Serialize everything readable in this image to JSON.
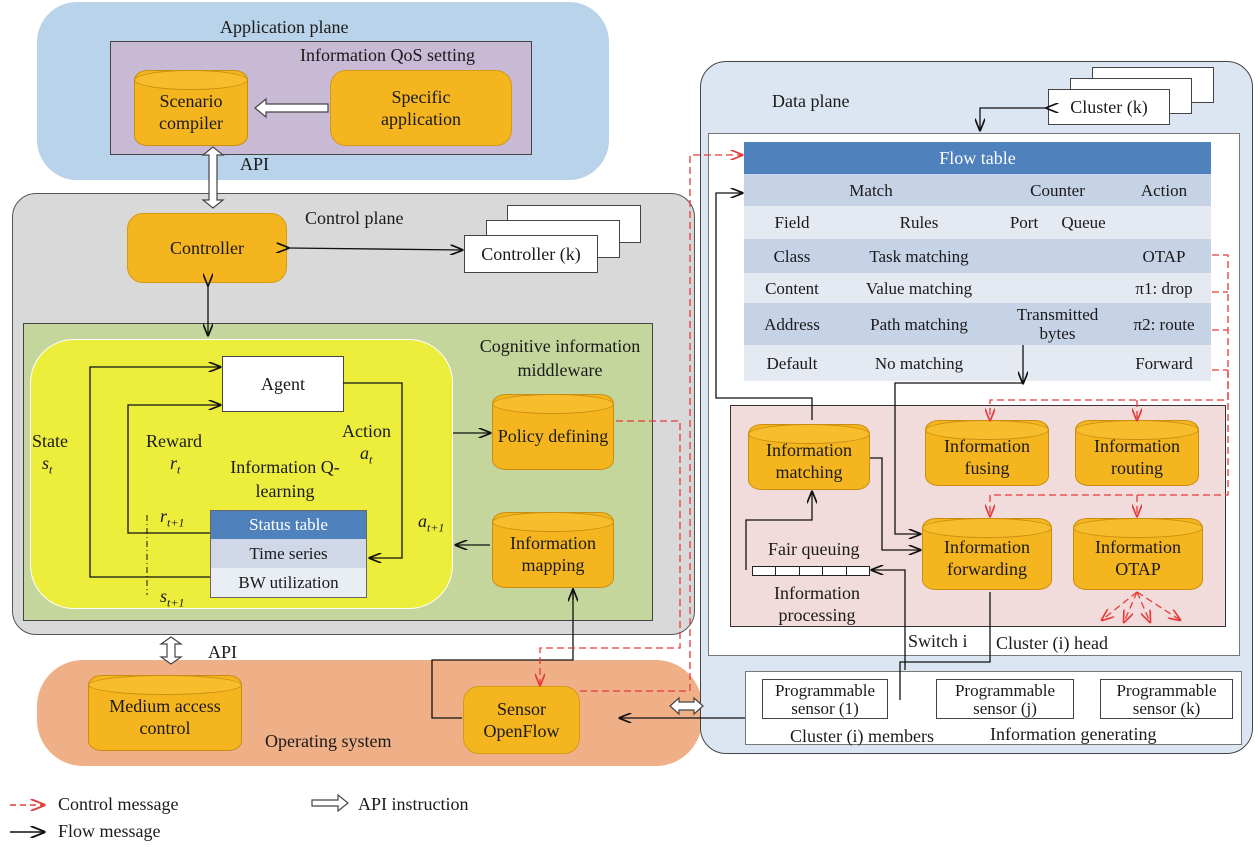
{
  "application_plane": {
    "title": "Application plane",
    "qos_title": "Information QoS setting",
    "scenario_compiler": "Scenario compiler",
    "specific_application": "Specific application",
    "api": "API"
  },
  "control_plane": {
    "title": "Control plane",
    "controller": "Controller",
    "controller_k": "Controller (k)",
    "api": "API"
  },
  "middleware": {
    "title": "Cognitive information middleware",
    "agent": "Agent",
    "state": "State",
    "state_sym": "s",
    "state_sub": "t",
    "reward": "Reward",
    "reward_sym": "r",
    "reward_sub": "t",
    "action": "Action",
    "action_sym": "a",
    "action_sub": "t",
    "qlearning": "Information Q-learning",
    "r_next_sym": "r",
    "r_next_sub": "t+1",
    "s_next_sym": "s",
    "s_next_sub": "t+1",
    "a_next_sym": "a",
    "a_next_sub": "t+1",
    "status_table": [
      "Status table",
      "Time series",
      "BW utilization"
    ],
    "policy_defining": "Policy defining",
    "information_mapping": "Information mapping"
  },
  "operating_system": {
    "title": "Operating system",
    "mac": "Medium access control",
    "sensor_openflow": "Sensor OpenFlow"
  },
  "data_plane": {
    "title": "Data plane",
    "cluster_k": "Cluster (k)",
    "switch_label": "Switch i",
    "cluster_head": "Cluster (i) head",
    "fair_queuing": "Fair queuing",
    "information_processing": "Information processing",
    "cylinders": {
      "matching": "Information matching",
      "fusing": "Information fusing",
      "routing": "Information routing",
      "forwarding": "Information forwarding",
      "otap": "Information OTAP"
    },
    "sensors": [
      "Programmable sensor (1)",
      "Programmable sensor (j)",
      "Programmable sensor (k)"
    ],
    "cluster_members": "Cluster (i) members",
    "information_generating": "Information generating"
  },
  "flow_table": {
    "title": "Flow table",
    "headers": [
      "Match",
      "Counter",
      "Action"
    ],
    "subheaders": [
      "Field",
      "Rules",
      "Port",
      "Queue",
      ""
    ],
    "rows": [
      {
        "field": "Class",
        "rule": "Task matching",
        "counter": "",
        "action": "OTAP"
      },
      {
        "field": "Content",
        "rule": "Value matching",
        "counter": "",
        "action": "π1: drop"
      },
      {
        "field": "Address",
        "rule": "Path matching",
        "counter": "Transmitted bytes",
        "action": "π2: route"
      },
      {
        "field": "Default",
        "rule": "No matching",
        "counter": "",
        "action": "Forward"
      }
    ]
  },
  "legend": {
    "control_message": "Control message",
    "flow_message": "Flow message",
    "api_instruction": "API instruction"
  },
  "colors": {
    "application_plane": "#b9d3ea",
    "control_plane": "#d9d9d9",
    "middleware": "#c4d69b",
    "q_learning": "#eded3c",
    "operating_system": "#efb088",
    "data_plane": "#dce6f2",
    "switch_box": "#f2dcdb",
    "orange": "#f5b51f",
    "flow_table_header": "#4f81bd",
    "control_arrow": "#e53b3b"
  }
}
